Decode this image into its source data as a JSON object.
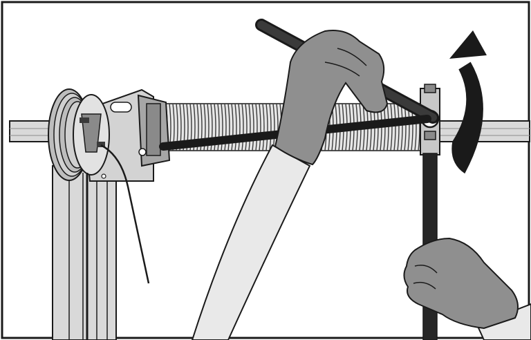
{
  "illustration": {
    "colors": {
      "frame": "#1a1a1a",
      "line": "#1a1a1a",
      "metal_light": "#d9d9d9",
      "metal_mid": "#bdbdbd",
      "metal_dark": "#8a8a8a",
      "glove": "#8f8f8f",
      "sleeve": "#e9e9e9",
      "bar": "#262626",
      "background": "#ffffff"
    },
    "elements": [
      "torsion-shaft",
      "cable-drum",
      "end-bearing-bracket",
      "torsion-spring",
      "spring-winding-cone",
      "winding-bar-upper",
      "winding-bar-lower",
      "gloved-hand-upper",
      "gloved-hand-lower",
      "rotation-arrow-icon",
      "lift-cable",
      "vertical-track"
    ]
  }
}
